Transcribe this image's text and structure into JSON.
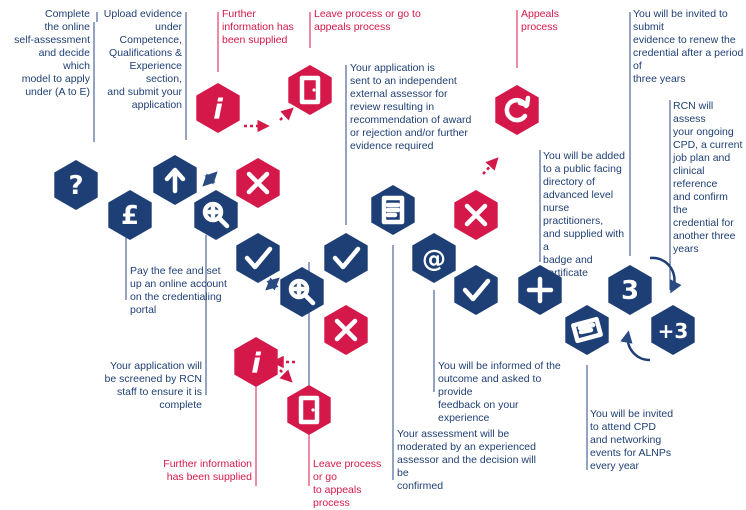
{
  "colors": {
    "navy": "#1e3e76",
    "red": "#d4184a",
    "line_navy": "#2a4a82",
    "line_red": "#d4184a"
  },
  "icons": {
    "question": "question-mark-icon",
    "pound": "pound-sign-icon",
    "upload": "upload-arrow-icon",
    "info": "information-icon",
    "cross": "cross-icon",
    "door": "door-exit-icon",
    "search": "magnifier-plus-icon",
    "check": "checkmark-icon",
    "document": "document-form-icon",
    "at": "at-sign-icon",
    "redo": "circular-arrow-icon",
    "plus": "plus-icon",
    "certificate": "certificate-card-icon",
    "renew": "renew-cycle-icon"
  },
  "glyphs": {
    "question": "?",
    "pound": "£",
    "info": "i",
    "at": "@",
    "three": "3",
    "plus3": "+3"
  },
  "labels": {
    "complete": "Complete\nthe online\nself-assessment\nand decide which\nmodel to apply\nunder (A to E)",
    "upload": "Upload evidence\nunder Competence,\nQualifications &\nExperience section,\nand submit your\napplication",
    "further_top": "Further\ninformation has\nbeen supplied",
    "leave_top": "Leave process or go to\nappeals process",
    "assessor": "Your application is\nsent to an independent\nexternal assessor for\nreview resulting in\nrecommendation of award\nor rejection and/or further\nevidence required",
    "appeals": "Appeals\nprocess",
    "renew_invite": "You will be invited to submit\nevidence to renew the\ncredential after a period of\nthree years",
    "rcn_assess": "RCN will assess\nyour ongoing\nCPD, a current\njob plan and\nclinical reference\nand confirm the\ncredential for\nanother three\nyears",
    "directory": "You will be added\nto a public facing\ndirectory of\nadvanced level\nnurse practitioners,\nand supplied with a\nbadge and certificate",
    "pay": "Pay the fee and set\nup an online account\non the credentialing\nportal",
    "screened": "Your application will\nbe screened by RCN\nstaff to ensure it is\ncomplete",
    "further_bottom": "Further information\nhas been supplied",
    "leave_bottom": "Leave process or go\nto appeals process",
    "moderated": "Your assessment will be\nmoderated by an experienced\nassessor and the decision will be\nconfirmed",
    "outcome": "You will be informed of the\noutcome and asked to provide\nfeedback on your experience",
    "cpd_events": "You will be invited\nto attend CPD\nand networking\nevents for ALNPs\nevery year"
  }
}
